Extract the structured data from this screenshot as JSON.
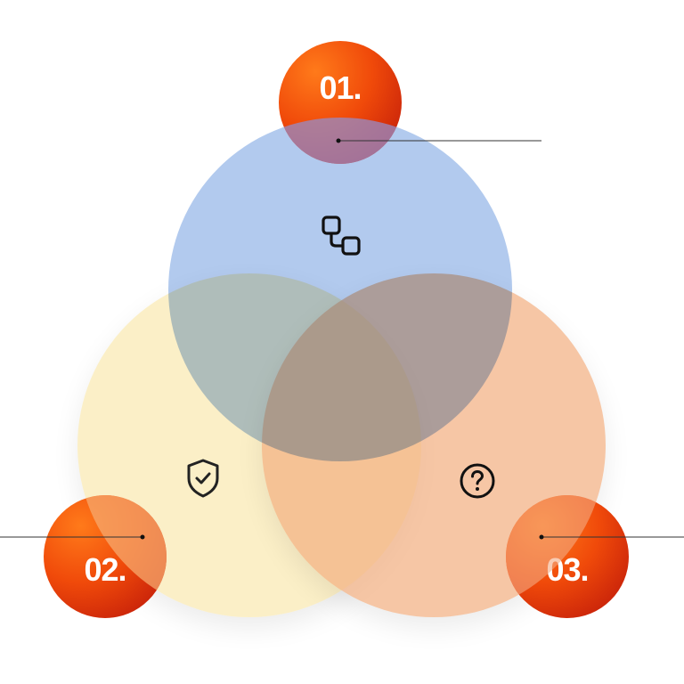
{
  "items": [
    {
      "number": "01.",
      "icon": "workflow-nodes-icon",
      "color": "#aac4ec"
    },
    {
      "number": "02.",
      "icon": "shield-check-icon",
      "color": "#faeab4"
    },
    {
      "number": "03.",
      "icon": "question-circle-icon",
      "color": "#f3b082"
    }
  ],
  "badge_color": "#f04a0a"
}
